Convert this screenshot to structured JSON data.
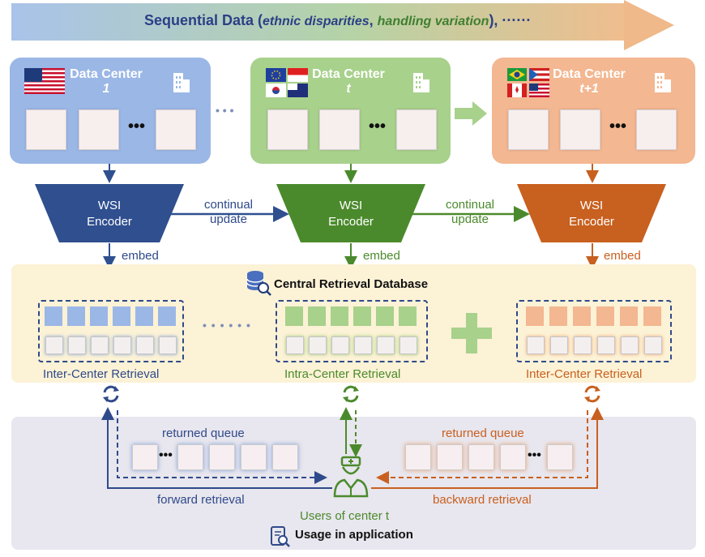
{
  "banner": {
    "title": "Sequential Data (",
    "ethnic": "ethnic disparities",
    "comma": ", ",
    "handling": "handling variation",
    "tail": "), ······"
  },
  "centers": [
    {
      "title": "Data Center",
      "sub": "1",
      "color": "#9bb7e6"
    },
    {
      "title": "Data Center",
      "sub": "t",
      "color": "#a8d18c"
    },
    {
      "title": "Data Center",
      "sub": "t+1",
      "color": "#f3b791"
    }
  ],
  "between_dots": "• • •",
  "thumb_dots": "•••",
  "encoder": {
    "line1": "WSI",
    "line2": "Encoder"
  },
  "continual": {
    "line1": "continual",
    "line2": "update"
  },
  "embed": "embed",
  "db_title": "Central Retrieval Database",
  "db_dots": "• • • • • •",
  "labels": {
    "inter_left": "Inter-Center Retrieval",
    "intra": "Intra-Center Retrieval",
    "inter_right": "Inter-Center Retrieval"
  },
  "usage": {
    "returned_queue_left": "returned queue",
    "returned_queue_right": "returned queue",
    "forward": "forward retrieval",
    "backward": "backward retrieval",
    "users": "Users of center t",
    "title": "Usage in application"
  },
  "colors": {
    "blue": "#2f4a8a",
    "green": "#4e8a2e",
    "orange": "#d06a2a",
    "encoder_blue": "#2f4f8f",
    "encoder_green": "#4b8a2c",
    "encoder_orange": "#c8601f"
  },
  "icons": [
    "us-flag-icon",
    "building-icon",
    "eu-flag-icon",
    "singapore-flag-icon",
    "korea-flag-icon",
    "australia-flag-icon",
    "brazil-flag-icon",
    "puerto-rico-flag-icon",
    "canada-flag-icon",
    "database-search-icon",
    "refresh-icon",
    "doctor-icon",
    "document-search-icon",
    "plus-icon"
  ]
}
